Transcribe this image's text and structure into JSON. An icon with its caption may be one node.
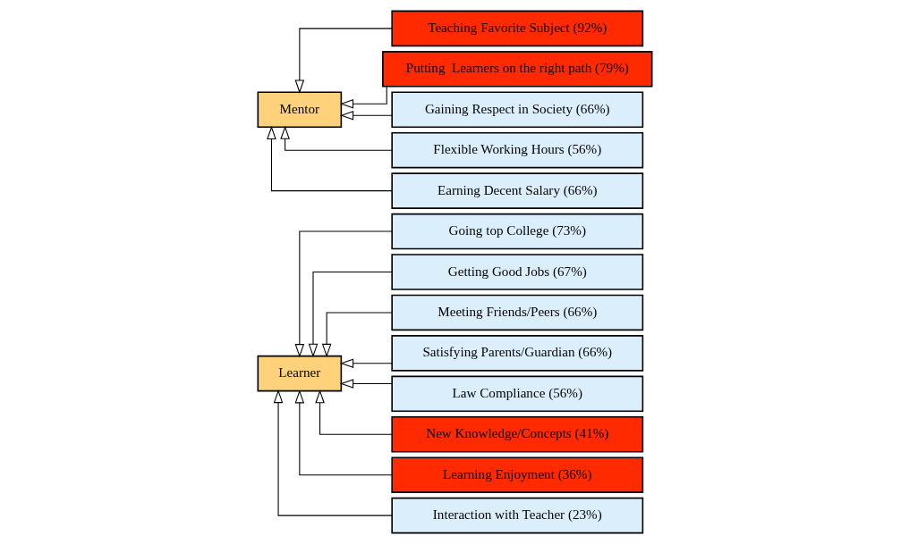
{
  "diagram": {
    "nodes": [
      {
        "text": [
          "Learner"
        ]
      },
      {
        "text": [
          "Going top College (73%)"
        ]
      },
      {
        "text": [
          "Getting Good Jobs (67%)"
        ]
      },
      {
        "text": [
          "Meeting Friends/Peers (66%)"
        ]
      },
      {
        "text": [
          "Satisfying Parents/Guardian (66%)"
        ]
      },
      {
        "text": [
          "Law Compliance (56%)"
        ]
      },
      {
        "text": [
          "New Knowledge/Concepts (41%)"
        ]
      },
      {
        "text": [
          "Learning Enjoyment (36%)"
        ]
      },
      {
        "text": [
          "Interaction with Teacher (23%)"
        ]
      },
      {
        "text": [
          "Mentor"
        ]
      },
      {
        "text": [
          "Teaching Favorite Subject (92%)"
        ]
      },
      {
        "text": [
          "Putting  Learners on the right path (79%)"
        ]
      },
      {
        "text": [
          "Gaining Respect in Society (66%)"
        ]
      },
      {
        "text": [
          "Flexible Working Hours (56%)"
        ]
      },
      {
        "text": [
          "Earning Decent Salary (66%)"
        ]
      }
    ],
    "edges": [
      {
        "from": 1,
        "to": 0,
        "arrow": "to"
      },
      {
        "from": 2,
        "to": 0,
        "arrow": "to"
      },
      {
        "from": 3,
        "to": 0,
        "arrow": "to"
      },
      {
        "from": 4,
        "to": 0,
        "arrow": "to"
      },
      {
        "from": 5,
        "to": 0,
        "arrow": "to"
      },
      {
        "from": 6,
        "to": 0,
        "arrow": "to"
      },
      {
        "from": 7,
        "to": 0,
        "arrow": "to"
      },
      {
        "from": 8,
        "to": 0,
        "arrow": "to"
      },
      {
        "from": 10,
        "to": 9,
        "arrow": "to"
      },
      {
        "from": 11,
        "to": 9,
        "arrow": "to"
      },
      {
        "from": 12,
        "to": 9,
        "arrow": "to"
      },
      {
        "from": 13,
        "to": 9,
        "arrow": "to"
      },
      {
        "from": 14,
        "to": 9,
        "arrow": "to"
      }
    ]
  }
}
